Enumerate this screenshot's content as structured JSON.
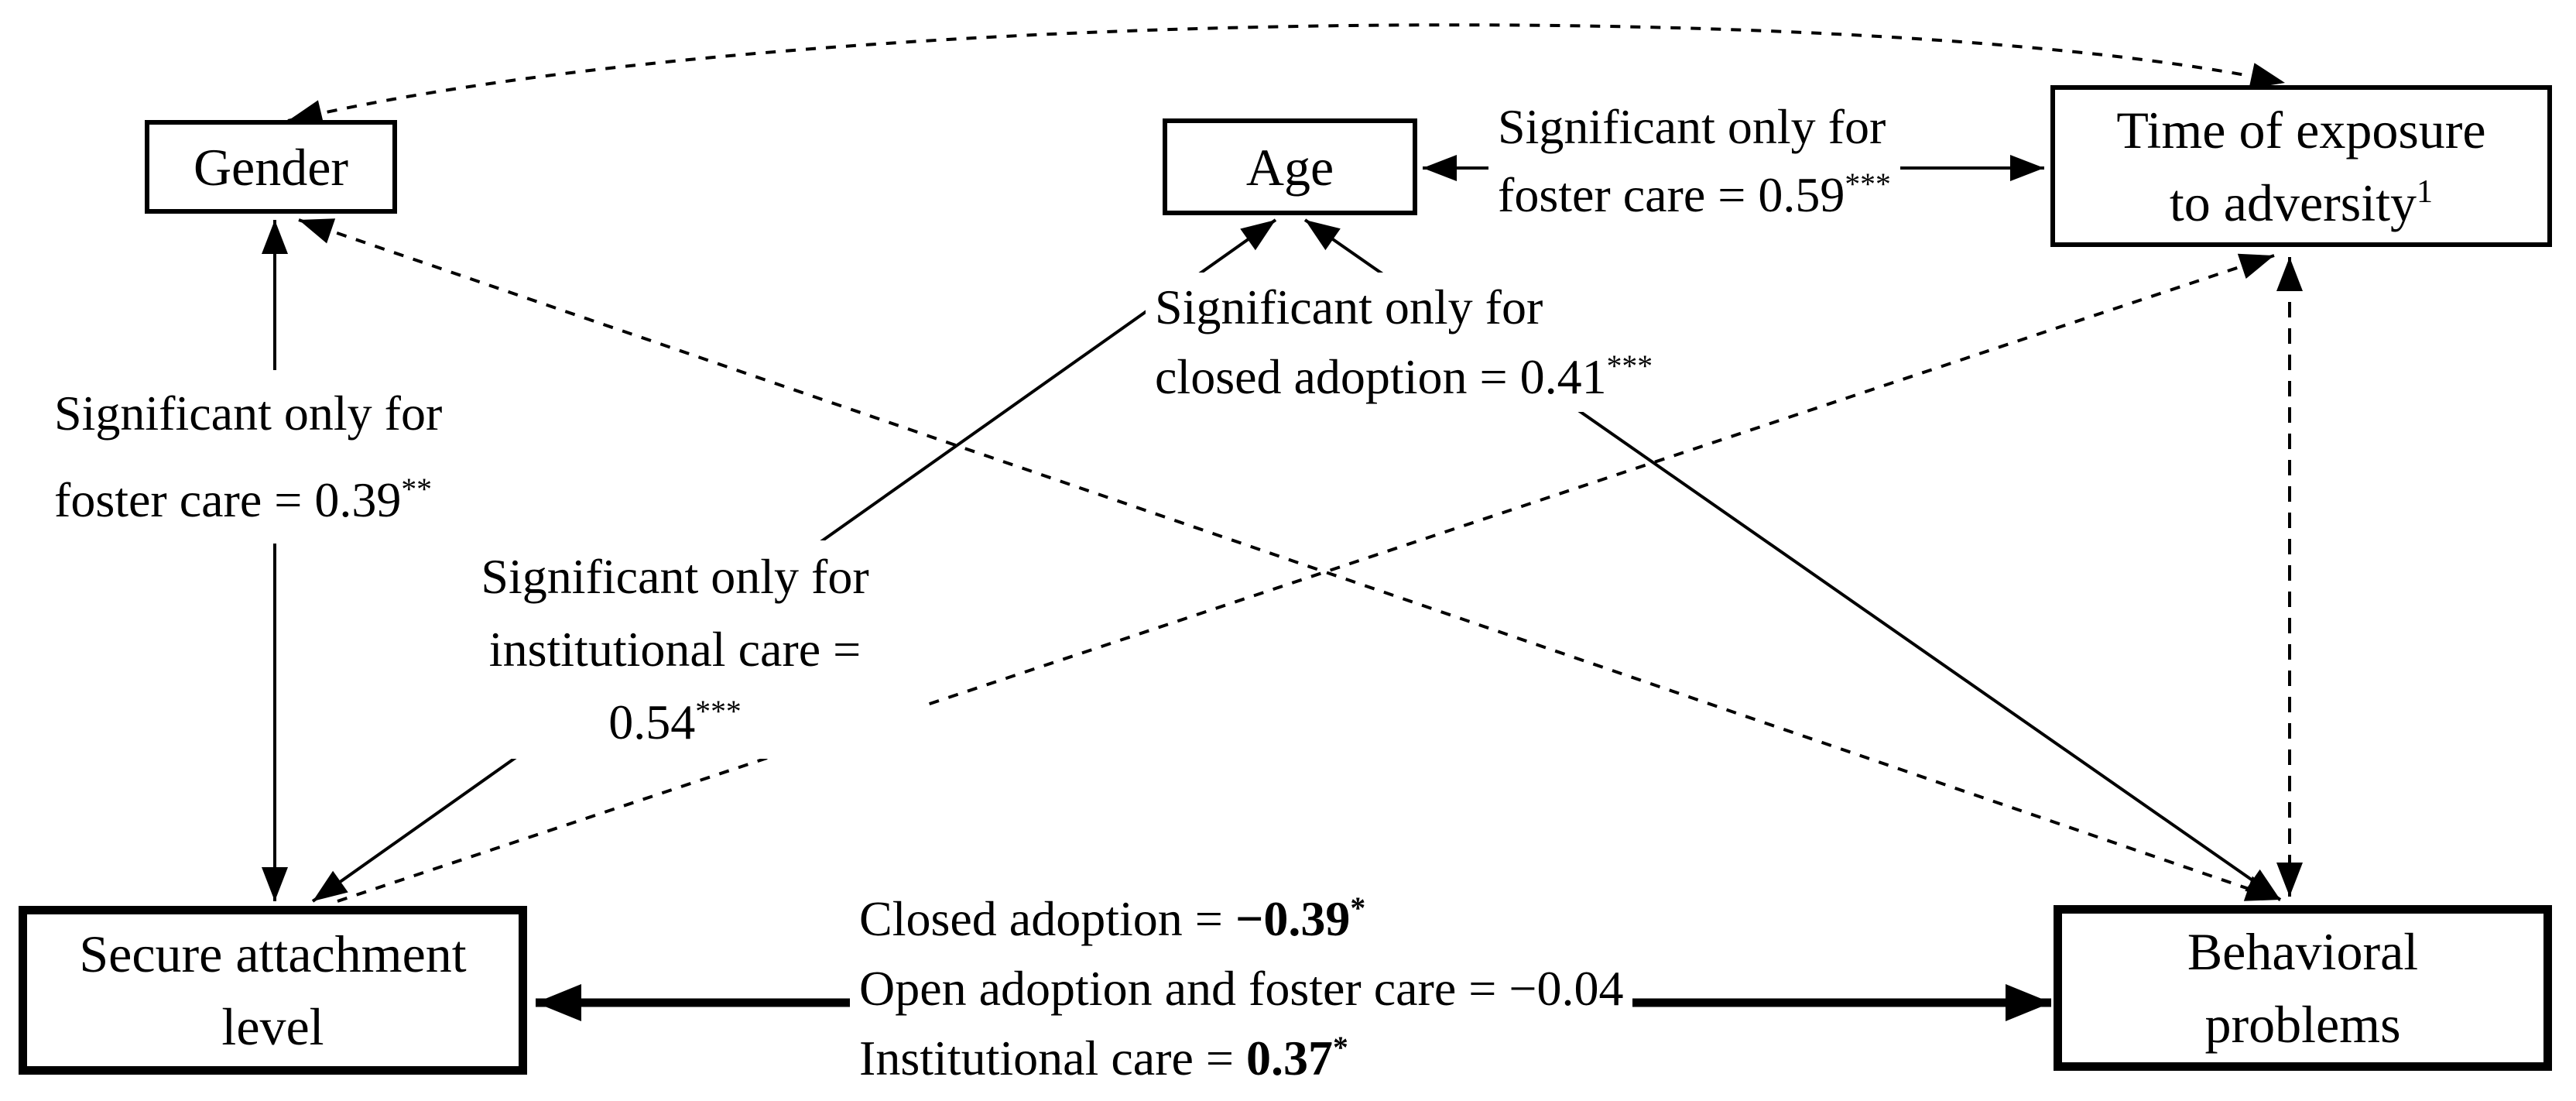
{
  "figure": {
    "background": "#ffffff",
    "line_color": "#000000",
    "footnote_marker": "1"
  },
  "nodes": {
    "gender": {
      "label": "Gender"
    },
    "age": {
      "label": "Age"
    },
    "time": {
      "line1": "Time of exposure",
      "line2": "to adversity",
      "sup": "1"
    },
    "secure": {
      "line1": "Secure attachment",
      "line2": "level"
    },
    "behavioral": {
      "line1": "Behavioral",
      "line2": "problems"
    }
  },
  "annotations": {
    "gender_secure": {
      "line1": "Significant only for",
      "line2_prefix": "foster care = ",
      "value": "0.39",
      "sup": "**"
    },
    "secure_age": {
      "line1": "Significant only for",
      "line2": "institutional care =",
      "value": "0.54",
      "sup": "***"
    },
    "behavioral_age": {
      "line1": "Significant only for",
      "line2_prefix": "closed adoption = ",
      "value": "0.41",
      "sup": "***"
    },
    "age_time": {
      "line1": "Significant only for",
      "line2_prefix": "foster care = ",
      "value": "0.59",
      "sup": "***"
    },
    "secure_behavioral": {
      "line1_prefix": "Closed adoption = ",
      "line1_value": "−0.39",
      "line1_sup": "*",
      "line2": "Open adoption and foster care = −0.04",
      "line3_prefix": "Institutional care = ",
      "line3_value": "0.37",
      "line3_sup": "*"
    }
  },
  "edges": [
    {
      "from": "gender",
      "to": "time_of_exposure",
      "style": "curved-dashed",
      "arrows": "both"
    },
    {
      "from": "gender",
      "to": "secure_attachment",
      "style": "solid",
      "arrows": "both",
      "label": "Significant only for foster care = 0.39**"
    },
    {
      "from": "behavioral_problems",
      "to": "gender",
      "style": "dashed",
      "arrows": "both"
    },
    {
      "from": "secure_attachment",
      "to": "age",
      "style": "solid",
      "arrows": "both",
      "label": "Significant only for institutional care = 0.54***"
    },
    {
      "from": "behavioral_problems",
      "to": "age",
      "style": "solid",
      "arrows": "both",
      "label": "Significant only for closed adoption = 0.41***"
    },
    {
      "from": "age",
      "to": "time_of_exposure",
      "style": "solid",
      "arrows": "both",
      "label": "Significant only for foster care = 0.59***"
    },
    {
      "from": "secure_attachment",
      "to": "time_of_exposure",
      "style": "dashed",
      "arrows": "to"
    },
    {
      "from": "behavioral_problems",
      "to": "time_of_exposure",
      "style": "dashed",
      "arrows": "both"
    },
    {
      "from": "secure_attachment",
      "to": "behavioral_problems",
      "style": "thick-solid",
      "arrows": "both",
      "label": "Closed adoption = −0.39* / Open adoption and foster care = −0.04 / Institutional care = 0.37*"
    }
  ]
}
